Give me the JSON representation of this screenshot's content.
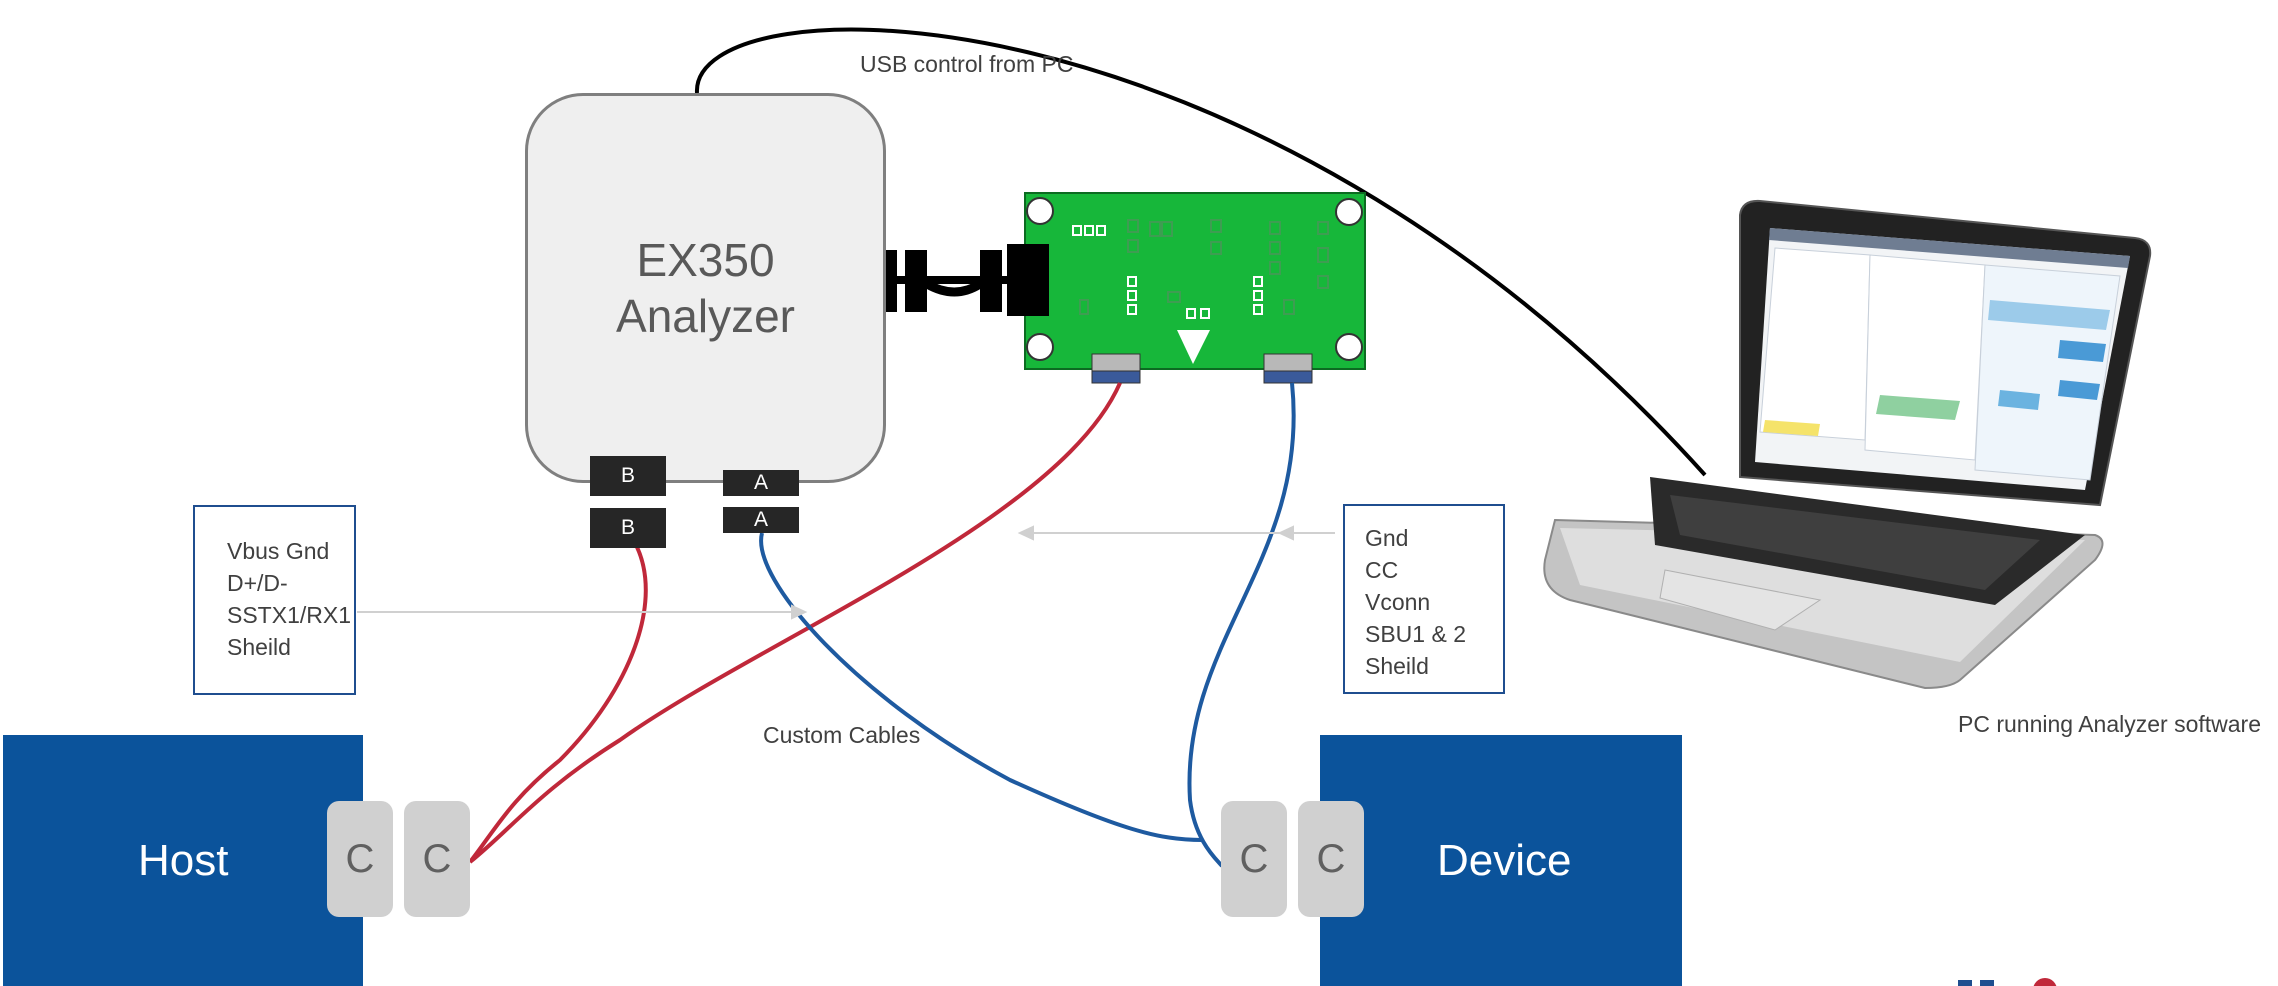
{
  "analyzer": {
    "title": "EX350\nAnalyzer"
  },
  "ports": {
    "b1": "B",
    "b2": "B",
    "a1": "A",
    "a2": "A"
  },
  "labels": {
    "usb_control": "USB control from PC",
    "custom_cables": "Custom Cables",
    "pc_caption": "PC running Analyzer software"
  },
  "left_box": {
    "lines": [
      "Vbus Gnd",
      "D+/D-",
      "SSTX1/RX1",
      "Sheild"
    ]
  },
  "right_box": {
    "lines": [
      "Gnd",
      "CC",
      "Vconn",
      "SBU1 & 2",
      "Sheild"
    ]
  },
  "host": {
    "label": "Host",
    "connectors": [
      "C",
      "C"
    ]
  },
  "device": {
    "label": "Device",
    "connectors": [
      "C",
      "C"
    ]
  },
  "colors": {
    "block_blue": "#0b539b",
    "cable_red": "#c0283a",
    "cable_blue": "#1e5aa0",
    "pcb_green": "#17b73a",
    "usb_cable": "#000000"
  }
}
